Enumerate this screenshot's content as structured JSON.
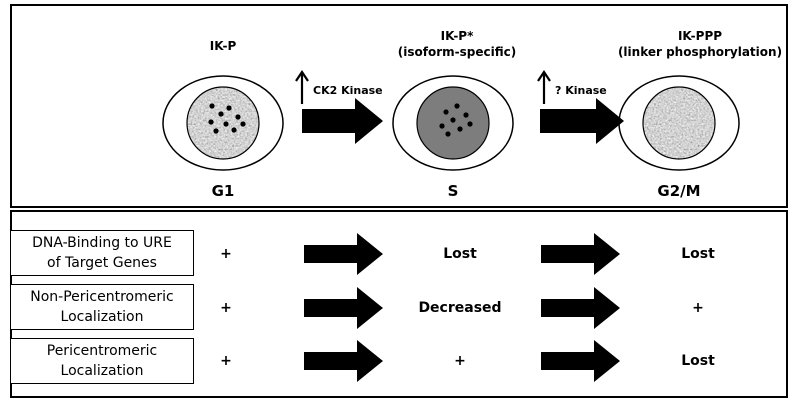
{
  "top": {
    "headers": [
      {
        "id": "ikp",
        "lines": [
          "IK-P"
        ]
      },
      {
        "id": "ikpstar",
        "lines": [
          "IK-P*",
          "(isoform-specific)"
        ]
      },
      {
        "id": "ikppp",
        "lines": [
          "IK-PPP",
          "(linker phosphorylation)"
        ]
      }
    ],
    "phases": [
      "G1",
      "S",
      "G2/M"
    ],
    "kinases": [
      "CK2 Kinase",
      "? Kinase"
    ]
  },
  "rows": [
    {
      "label": [
        "DNA-Binding to URE",
        "of Target Genes"
      ],
      "g1": "+",
      "s": "Lost",
      "g2m": "Lost"
    },
    {
      "label": [
        "Non-Pericentromeric",
        "Localization"
      ],
      "g1": "+",
      "s": "Decreased",
      "g2m": "+"
    },
    {
      "label": [
        "Pericentromeric",
        "Localization"
      ],
      "g1": "+",
      "s": "+",
      "g2m": "Lost"
    }
  ],
  "colors": {
    "s_nucleus": "#7d7d7d",
    "dots": "#000000",
    "outline": "#000000"
  }
}
